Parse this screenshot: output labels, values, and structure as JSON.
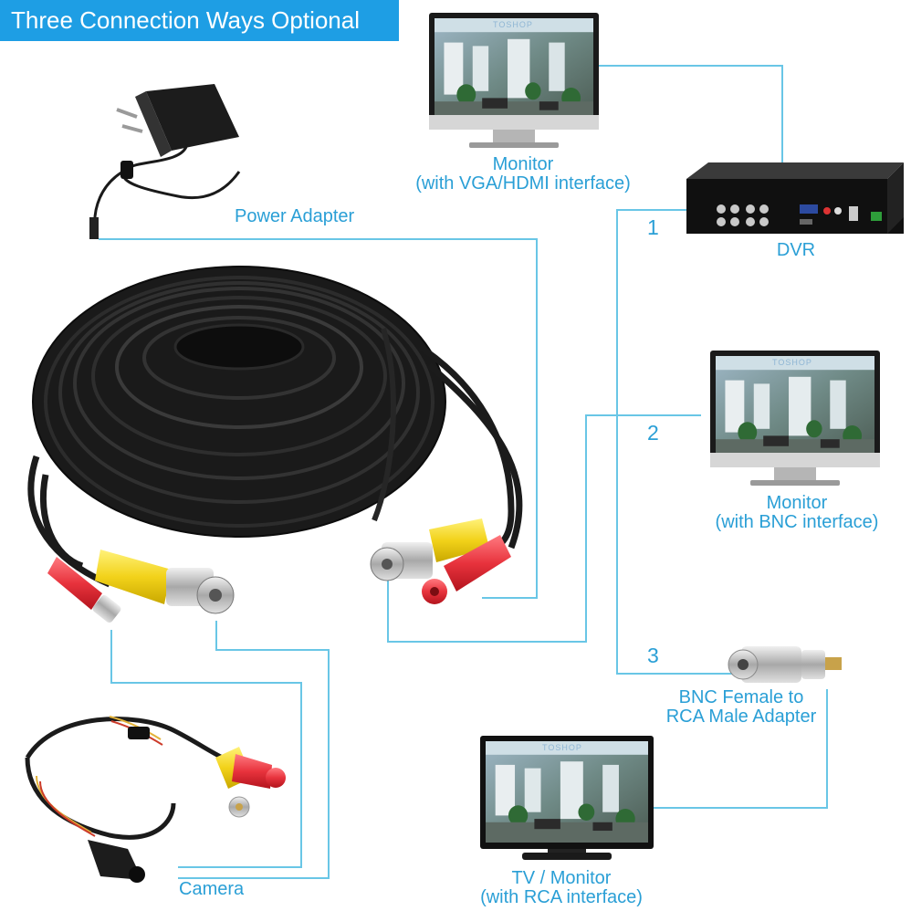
{
  "banner": {
    "title": "Three Connection Ways Optional"
  },
  "labels": {
    "monitor_vga": {
      "line1": "Monitor",
      "line2": "(with VGA/HDMI interface)"
    },
    "power_adapter": "Power Adapter",
    "dvr": "DVR",
    "monitor_bnc": {
      "line1": "Monitor",
      "line2": "(with BNC interface)"
    },
    "bnc_adapter": {
      "line1": "BNC Female to",
      "line2": "RCA Male Adapter"
    },
    "tv_monitor": {
      "line1": "TV / Monitor",
      "line2": "(with RCA interface)"
    },
    "camera": "Camera"
  },
  "ways": [
    "1",
    "2",
    "3"
  ],
  "screen_watermark": "TOSHOP",
  "colors": {
    "banner": "#1e9ee4",
    "line": "#69c6e6",
    "label": "#2a9fd6",
    "cable": "#1b1b1b",
    "video_plug": "#f2d21a",
    "power_plug": "#e8333d"
  }
}
